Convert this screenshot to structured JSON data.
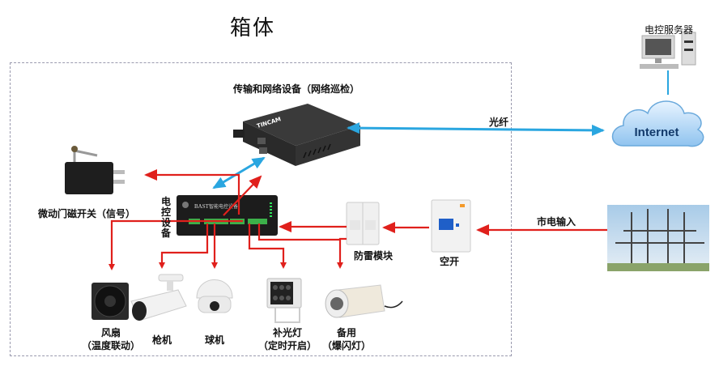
{
  "title": "箱体",
  "network_device": {
    "label": "传输和网络设备（网络巡检）",
    "brand": "TINCAM"
  },
  "control_device": {
    "label_vertical": [
      "电",
      "控",
      "设",
      "备"
    ],
    "brand": "BAST",
    "name": "智能电控设备"
  },
  "server": {
    "label": "电控服务器"
  },
  "internet": {
    "label": "Internet"
  },
  "fiber": {
    "label": "光纤"
  },
  "mains": {
    "label": "市电输入"
  },
  "breaker": {
    "label": "空开"
  },
  "surge": {
    "label": "防雷模块"
  },
  "door_switch": {
    "label": "微动门磁开关（信号）"
  },
  "devices": [
    {
      "line1": "风扇",
      "line2": "（温度联动）"
    },
    {
      "line1": "枪机",
      "line2": ""
    },
    {
      "line1": "球机",
      "line2": ""
    },
    {
      "line1": "补光灯",
      "line2": "（定时开启）"
    },
    {
      "line1": "备用",
      "line2": "（爆闪灯）"
    }
  ],
  "colors": {
    "power": "#e0201c",
    "network": "#2aa6e0",
    "dash": "#9a9aae"
  }
}
